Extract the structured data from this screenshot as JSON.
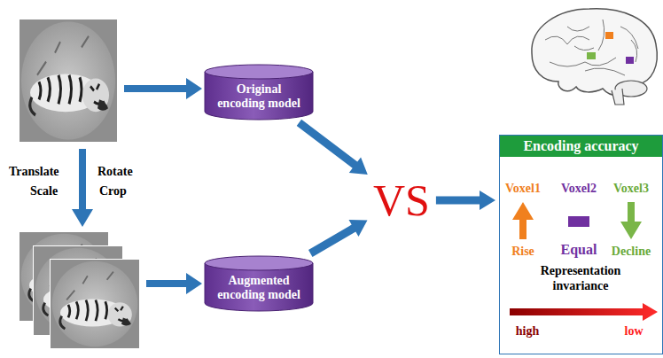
{
  "diagram": {
    "nodes": [
      {
        "text": [
          "Original encoding model"
        ]
      },
      {
        "text": [
          "Augmented encoding model"
        ]
      },
      {
        "text": [
          "VS"
        ]
      },
      {
        "text": [
          "Encoding accuracy"
        ]
      }
    ],
    "edges": [
      {
        "from": 0,
        "to": 2,
        "arrow": "to"
      },
      {
        "from": 1,
        "to": 2,
        "arrow": "to"
      },
      {
        "from": 2,
        "to": 3,
        "arrow": "to"
      }
    ],
    "labels": [
      "Translate",
      "Rotate",
      "Scale",
      "Crop",
      "Voxel1",
      "Voxel2",
      "Voxel3",
      "Rise",
      "Equal",
      "Decline",
      "Representation invariance",
      "high",
      "low"
    ]
  }
}
